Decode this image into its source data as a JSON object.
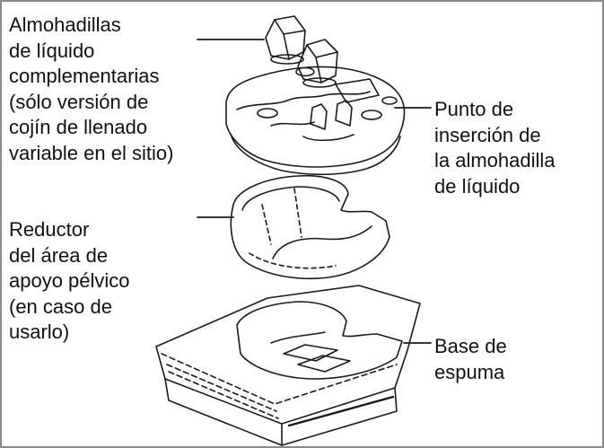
{
  "labels": {
    "fluid_pads": [
      "Almohadillas",
      "de líquido",
      "complementarias",
      "(sólo versión de",
      "cojín de llenado",
      "variable en el sitio)"
    ],
    "insertion_point": [
      "Punto de",
      "inserción de",
      "la almohadilla",
      "de líquido"
    ],
    "pelvic_reducer": [
      "Reductor",
      "del área de",
      "apoyo pélvico",
      "(en caso de",
      "usarlo)"
    ],
    "foam_base": [
      "Base de",
      "espuma"
    ]
  }
}
